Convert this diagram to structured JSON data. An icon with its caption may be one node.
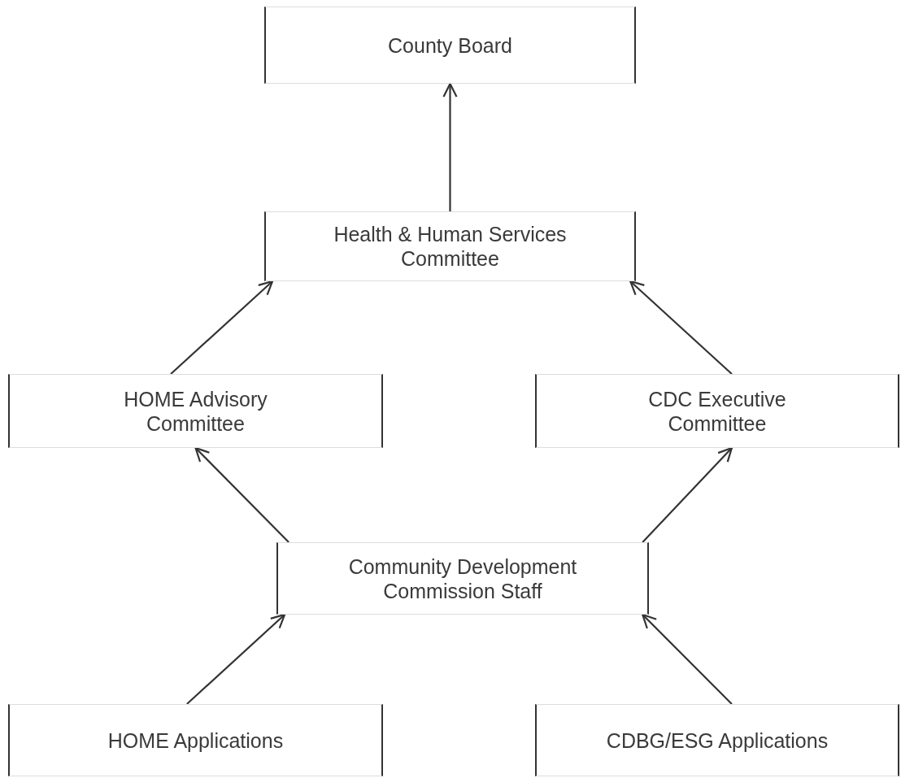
{
  "diagram": {
    "nodes": [
      {
        "text": [
          "County Board"
        ]
      },
      {
        "text": [
          "Health & Human Services Committee"
        ]
      },
      {
        "text": [
          "HOME Advisory Committee"
        ]
      },
      {
        "text": [
          "CDC Executive Committee"
        ]
      },
      {
        "text": [
          "Community Development Commission Staff"
        ]
      },
      {
        "text": [
          "HOME Applications"
        ]
      },
      {
        "text": [
          "CDBG/ESG Applications"
        ]
      }
    ],
    "edges": [
      {
        "from": 1,
        "to": 0,
        "arrow": "to"
      },
      {
        "from": 2,
        "to": 1,
        "arrow": "to"
      },
      {
        "from": 3,
        "to": 1,
        "arrow": "to"
      },
      {
        "from": 4,
        "to": 2,
        "arrow": "to"
      },
      {
        "from": 4,
        "to": 3,
        "arrow": "to"
      },
      {
        "from": 5,
        "to": 4,
        "arrow": "to"
      },
      {
        "from": 6,
        "to": 4,
        "arrow": "to"
      }
    ]
  }
}
